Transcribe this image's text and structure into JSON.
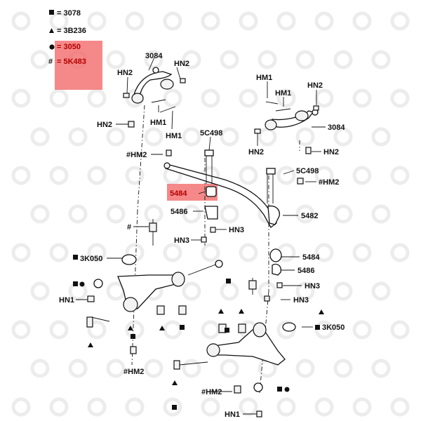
{
  "legend": [
    {
      "symbol": "square",
      "text": "= 3078"
    },
    {
      "symbol": "triangle",
      "text": "= 3B236"
    },
    {
      "symbol": "circle",
      "text": "= 3050"
    },
    {
      "symbol": "hash",
      "text": "= 5K483"
    }
  ],
  "highlight_color": "#f26b6b",
  "labels": {
    "upper_arm_left": "3084",
    "upper_arm_right": "3084",
    "hn2_a": "HN2",
    "hn2_b": "HN2",
    "hn2_c": "HN2",
    "hn2_d": "HN2",
    "hn2_e": "HN2",
    "hm1_a": "HM1",
    "hm1_b": "HM1",
    "hm1_c": "HM1",
    "hm1_d": "HM1",
    "link_left": "5C498",
    "link_right": "5C498",
    "hm2_left": "HM2",
    "hm2_right": "HM2",
    "hm2_bottom_left": "HM2",
    "hm2_bottom": "HM2",
    "bushing_highlight": "5484",
    "bushing_right": "5484",
    "bracket_left": "5486",
    "bracket_right": "5486",
    "stab_bar": "5482",
    "hn3_a": "HN3",
    "hn3_b": "HN3",
    "hn3_c": "HN3",
    "hn3_d": "HN3",
    "hash_left": "#",
    "ball_joint_left": "3K050",
    "ball_joint_right": "3K050",
    "hn1_left": "HN1",
    "hn1_bottom": "HN1",
    "hash_prefix": "#"
  }
}
